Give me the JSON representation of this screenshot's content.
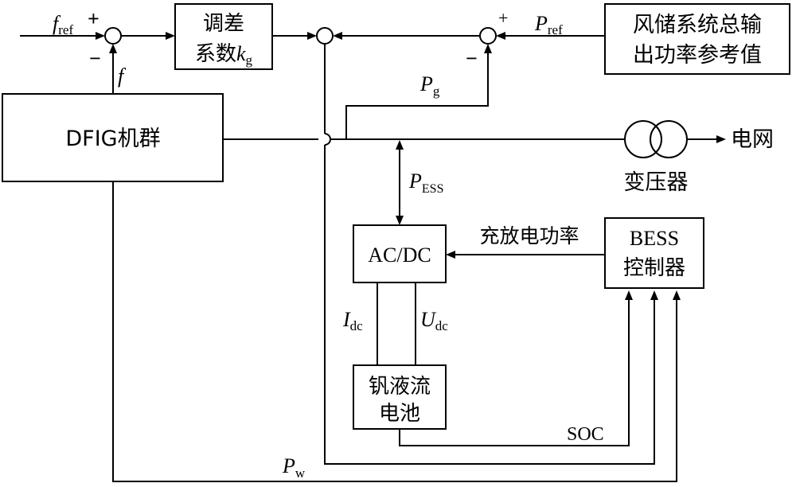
{
  "signals": {
    "f_ref": {
      "main": "f",
      "sub": "ref"
    },
    "f": "f",
    "p_ref": {
      "main": "P",
      "sub": "ref"
    },
    "p_g": {
      "main": "P",
      "sub": "g"
    },
    "p_ess": {
      "main": "P",
      "sub": "ESS"
    },
    "p_w": {
      "main": "P",
      "sub": "w"
    },
    "i_dc": {
      "main": "I",
      "sub": "dc"
    },
    "u_dc": {
      "main": "U",
      "sub": "dc"
    },
    "soc": "SOC",
    "charge_power": "充放电功率"
  },
  "signs": {
    "plus": "+",
    "minus": "−"
  },
  "blocks": {
    "gain_line1": "调差",
    "gain_line2_prefix": "系数",
    "gain_line2_var": "k",
    "gain_line2_sub": "g",
    "power_ref_line1": "风储系统总输",
    "power_ref_line2": "出功率参考值",
    "dfig": "DFIG机群",
    "grid": "电网",
    "transformer": "变压器",
    "acdc": "AC/DC",
    "bess_line1": "BESS",
    "bess_line2": "控制器",
    "battery_line1": "钒液流",
    "battery_line2": "电池"
  }
}
